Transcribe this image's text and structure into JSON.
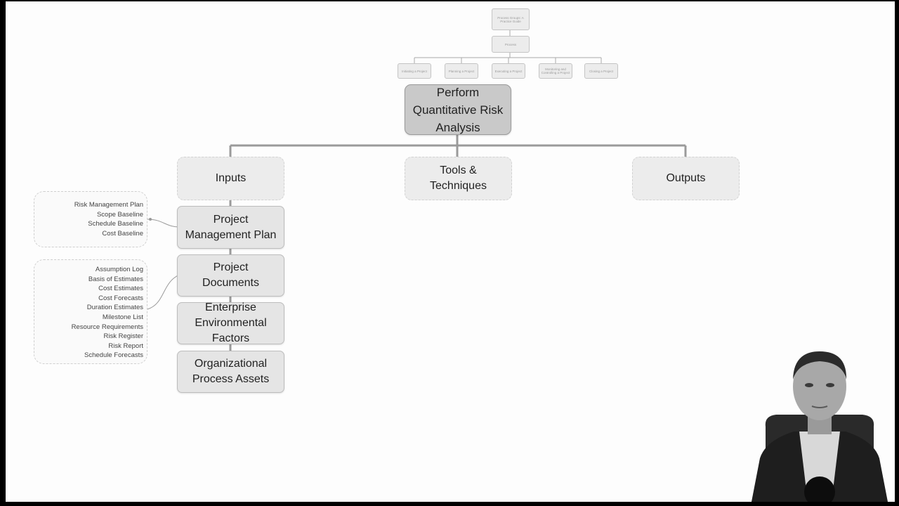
{
  "header": {
    "process_groups": "Process Groups: A Practice Guide",
    "process": "Process"
  },
  "process_groups": [
    "Initiating a Project",
    "Planning a Project",
    "Executing a Project",
    "Monitoring and Controlling a Project",
    "Closing a Project"
  ],
  "main_process": {
    "line1": "Perform",
    "line2": "Quantitative Risk",
    "line3": "Analysis"
  },
  "categories": {
    "inputs": "Inputs",
    "tools_line1": "Tools &",
    "tools_line2": "Techniques",
    "outputs": "Outputs"
  },
  "inputs": [
    {
      "line1": "Project",
      "line2": "Management Plan"
    },
    {
      "line1": "Project",
      "line2": "Documents"
    },
    {
      "line1": "Enterprise",
      "line2": "Environmental",
      "line3": "Factors"
    },
    {
      "line1": "Organizational",
      "line2": "Process Assets"
    }
  ],
  "pmp_components": [
    "Risk Management Plan",
    "Scope Baseline",
    "Schedule Baseline",
    "Cost Baseline"
  ],
  "project_documents": [
    "Assumption Log",
    "Basis of Estimates",
    "Cost Estimates",
    "Cost Forecasts",
    "Duration Estimates",
    "Milestone List",
    "Resource Requirements",
    "Risk Register",
    "Risk Report",
    "Schedule Forecasts"
  ],
  "colors": {
    "main_fill": "#c9c9c9",
    "input_fill": "#e5e5e5",
    "category_fill": "#ececec",
    "connector": "#9a9a9a"
  }
}
